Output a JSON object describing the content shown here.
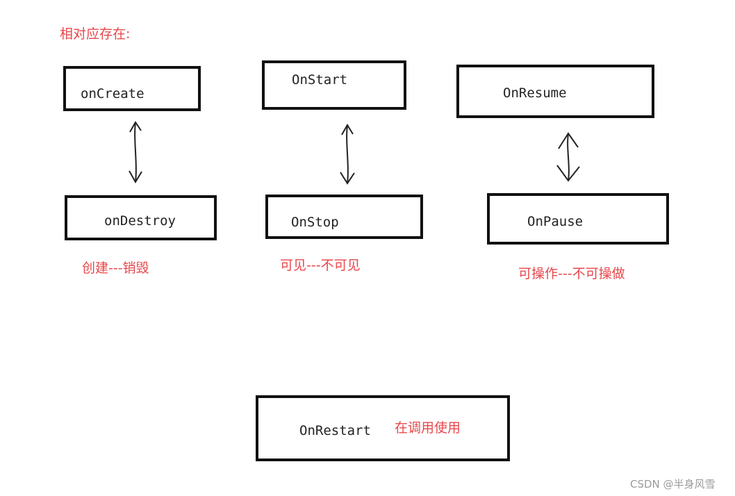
{
  "colors": {
    "annotation": "#e8474b",
    "box_border": "#111111",
    "text": "#222222",
    "watermark": "#9a9a9a"
  },
  "heading": "相对应存在:",
  "boxes": {
    "on_create": "onCreate",
    "on_start": "OnStart",
    "on_resume": "OnResume",
    "on_destroy": "onDestroy",
    "on_stop": "OnStop",
    "on_pause": "OnPause",
    "on_restart": "OnRestart"
  },
  "captions": {
    "create_destroy": "创建---销毁",
    "visible_invisible": "可见---不可见",
    "operable_inoperable": "可操作---不可操做",
    "restart_note": "在调用使用"
  },
  "watermark": "CSDN @半身风雪",
  "icons": {
    "arrow": "double-headed-vertical-arrow-icon"
  }
}
